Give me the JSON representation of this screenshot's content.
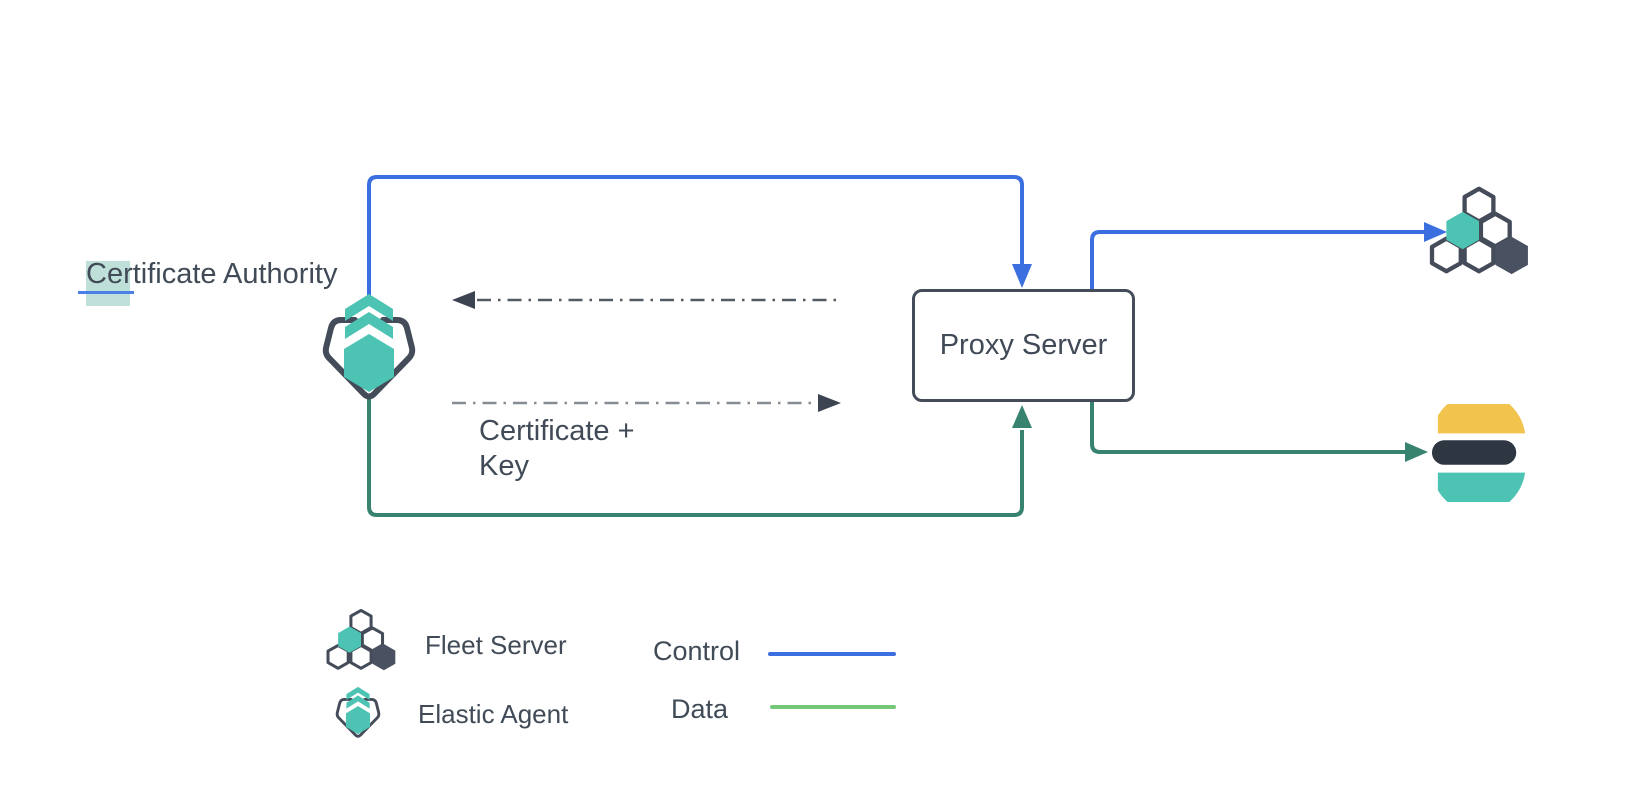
{
  "labels": {
    "certificate_authority": "Certificate Authority",
    "proxy_server": "Proxy Server",
    "certificate_key": "Certificate +\nKey"
  },
  "legend": {
    "fleet_server": "Fleet Server",
    "elastic_agent": "Elastic Agent",
    "control": "Control",
    "data": "Data"
  },
  "icons": {
    "elastic_agent": "elastic-agent-icon",
    "fleet_server": "fleet-server-icon",
    "elasticsearch": "elasticsearch-logo-icon"
  },
  "edges": [
    {
      "type": "control",
      "from": "Elastic Agent",
      "to": "Proxy Server",
      "style": "solid-blue-arrow"
    },
    {
      "type": "control",
      "from": "Proxy Server",
      "to": "Fleet Server",
      "style": "solid-blue-arrow"
    },
    {
      "type": "data",
      "from": "Elastic Agent",
      "to": "Proxy Server",
      "style": "solid-green-arrow"
    },
    {
      "type": "data",
      "from": "Proxy Server",
      "to": "Elasticsearch",
      "style": "solid-green-arrow"
    },
    {
      "type": "certificate-exchange",
      "from": "Proxy Server",
      "to": "Elastic Agent",
      "style": "dash-dot-arrow",
      "label": ""
    },
    {
      "type": "certificate-exchange",
      "from": "Elastic Agent",
      "to": "Proxy Server",
      "style": "dash-dot-arrow",
      "label": "Certificate +\nKey"
    }
  ],
  "colors": {
    "control_blue": "#3b6fe0",
    "data_green": "#388270",
    "legend_data_green": "#74c878",
    "teal": "#4dc3b3",
    "slate": "#454c59",
    "hex_dark": "#4a5160",
    "es_dark": "#2e3642",
    "es_yellow": "#f3c44d",
    "text": "#414b57",
    "highlight": "#a9d6cb",
    "underline_blue": "#4a80e8",
    "dash_gray_dark": "#525a64",
    "dash_gray_light": "#868c93",
    "arrow_dark": "#3d4451"
  }
}
